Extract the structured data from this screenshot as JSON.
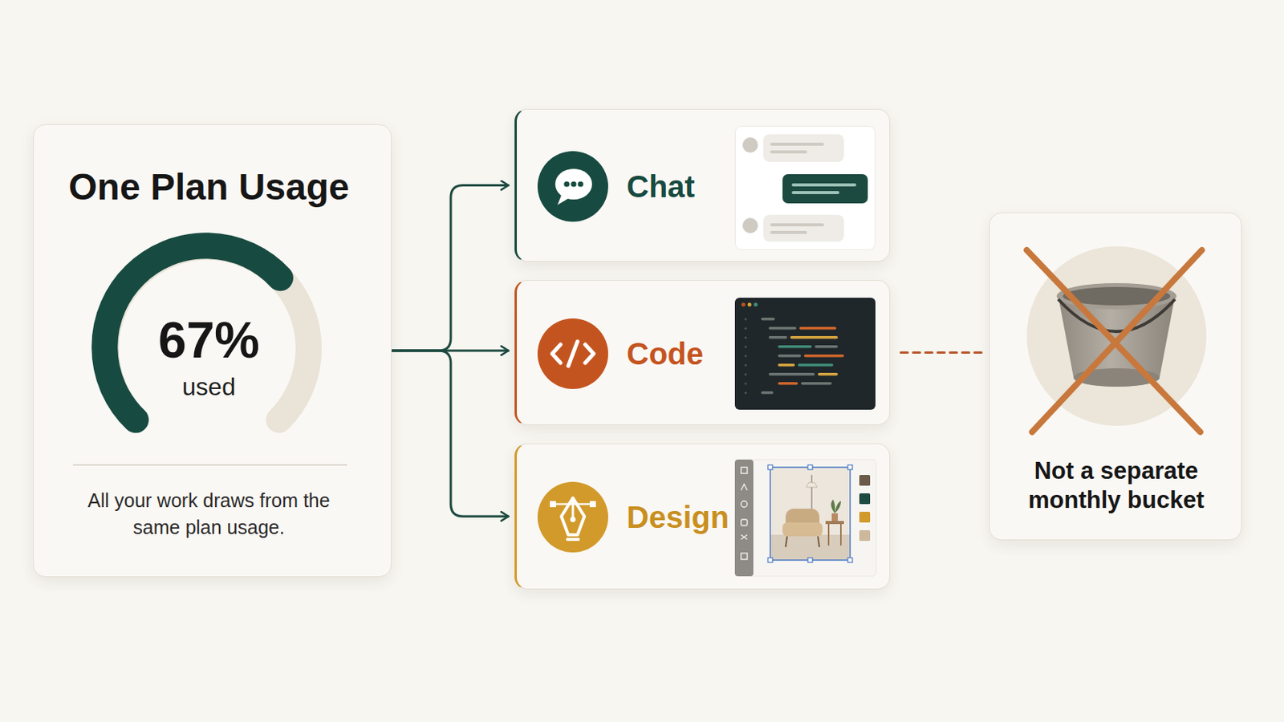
{
  "diagram": {
    "nodes": [
      {
        "text": [
          "One Plan Usage",
          "67%",
          "used",
          "All your work draws from the same plan usage."
        ]
      },
      {
        "text": [
          "Chat"
        ]
      },
      {
        "text": [
          "Code"
        ]
      },
      {
        "text": [
          "Design"
        ]
      },
      {
        "text": [
          "Not a separate monthly bucket"
        ]
      }
    ],
    "edges": [
      {
        "from": 0,
        "to": 1,
        "arrow": "to"
      },
      {
        "from": 0,
        "to": 2,
        "arrow": "to"
      },
      {
        "from": 0,
        "to": 3,
        "arrow": "to"
      },
      {
        "from": 2,
        "to": 4,
        "arrow": "none"
      }
    ]
  }
}
